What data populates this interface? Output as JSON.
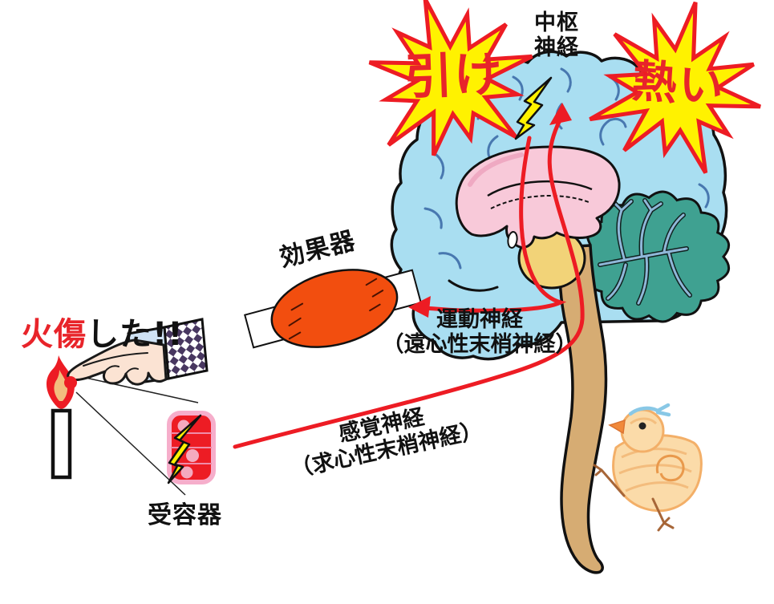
{
  "diagram": {
    "title_labels": {
      "central_nervous_system": "中枢\n神経",
      "response_burst": "引け",
      "stimulus_burst": "熱い",
      "effector": "効果器",
      "motor_nerve": "運動神経\n（遠心性末梢神経）",
      "sensory_nerve": "感覚神経\n（求心性末梢神経）",
      "receptor": "受容器",
      "burn_word_red": "火傷",
      "burn_word_black": "した!!"
    },
    "icons": {
      "brain_bolt": "lightning-bolt-icon",
      "receptor_bolt": "lightning-bolt-icon"
    },
    "colors": {
      "brain_blue": "#a9def1",
      "sulci_blue": "#4878b0",
      "cerebellum_teal": "#3fa191",
      "cerebellum_branch": "#8fb7d8",
      "pink_core": "#f8c9d9",
      "midbrain_green": "#8cc63f",
      "pons_yellow": "#f2d378",
      "spinal_cord_tan": "#d6ac73",
      "burst_yellow": "#fff200",
      "signal_red": "#ed1c24",
      "effector_orange": "#f24e0f",
      "receptor_red": "#ed1c24",
      "receptor_border_pink": "#f6aecb",
      "bolt_yellow": "#fff200",
      "skin": "#fbe3d3",
      "cuff_blue": "#cfe2f4",
      "chick_body": "#fbd9a2"
    }
  }
}
